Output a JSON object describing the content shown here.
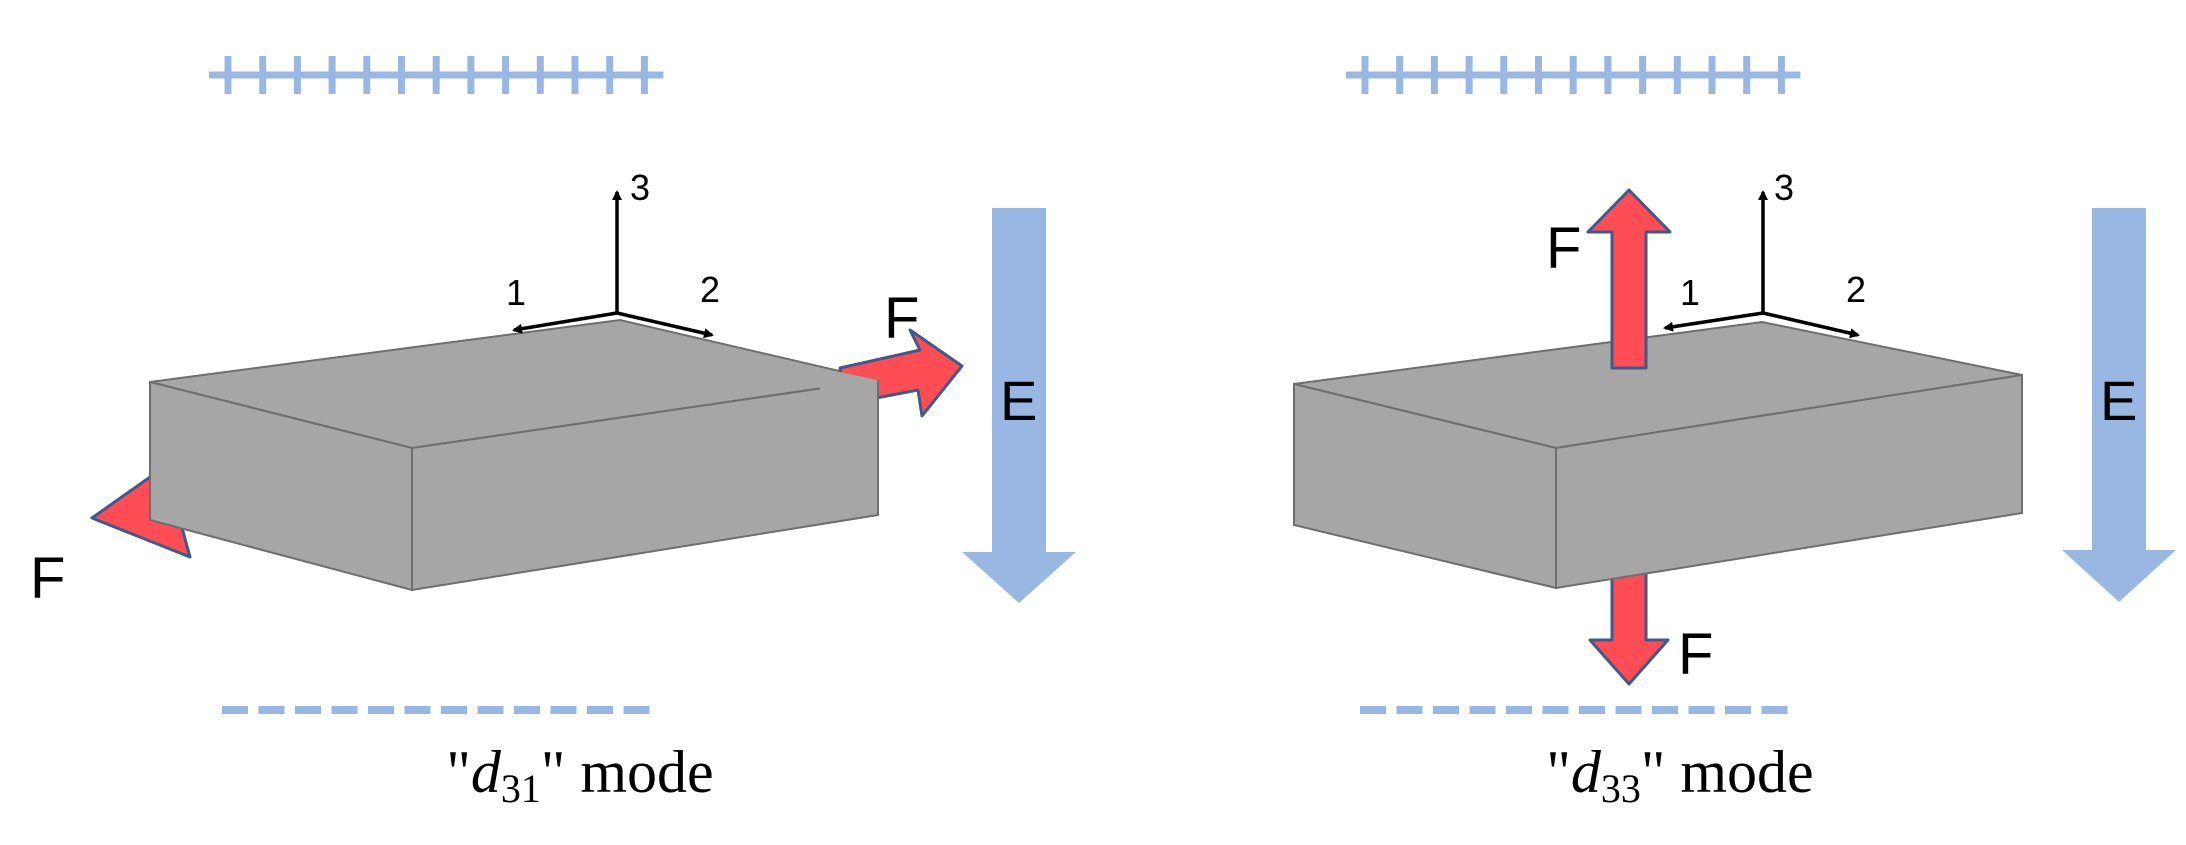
{
  "colors": {
    "charge": "#98B8E3",
    "field_arrow": "#98B8E3",
    "block_top": "#A6A6A6",
    "block_side": "#A6A6A6",
    "block_edge": "#6E6E6E",
    "force_fill": "#FF4D55",
    "force_edge": "#3D5A8A",
    "axis": "#000000",
    "text": "#000000"
  },
  "panels": [
    {
      "id": "d31",
      "positive_charges": "+++++++++++++",
      "negative_charges": "− − − − − − − − − − − −",
      "axes": {
        "axis1": "1",
        "axis2": "2",
        "axis3": "3"
      },
      "field_label": "E",
      "force_labels": [
        "F",
        "F"
      ],
      "caption": {
        "quote_open": "\"",
        "symbol": "d",
        "subscript": "31",
        "quote_close": "\"",
        "suffix": " mode"
      }
    },
    {
      "id": "d33",
      "positive_charges": "+++++++++++++",
      "negative_charges": "− − − − − − − − − − − −",
      "axes": {
        "axis1": "1",
        "axis2": "2",
        "axis3": "3"
      },
      "field_label": "E",
      "force_labels": [
        "F",
        "F"
      ],
      "caption": {
        "quote_open": "\"",
        "symbol": "d",
        "subscript": "33",
        "quote_close": "\"",
        "suffix": " mode"
      }
    }
  ]
}
